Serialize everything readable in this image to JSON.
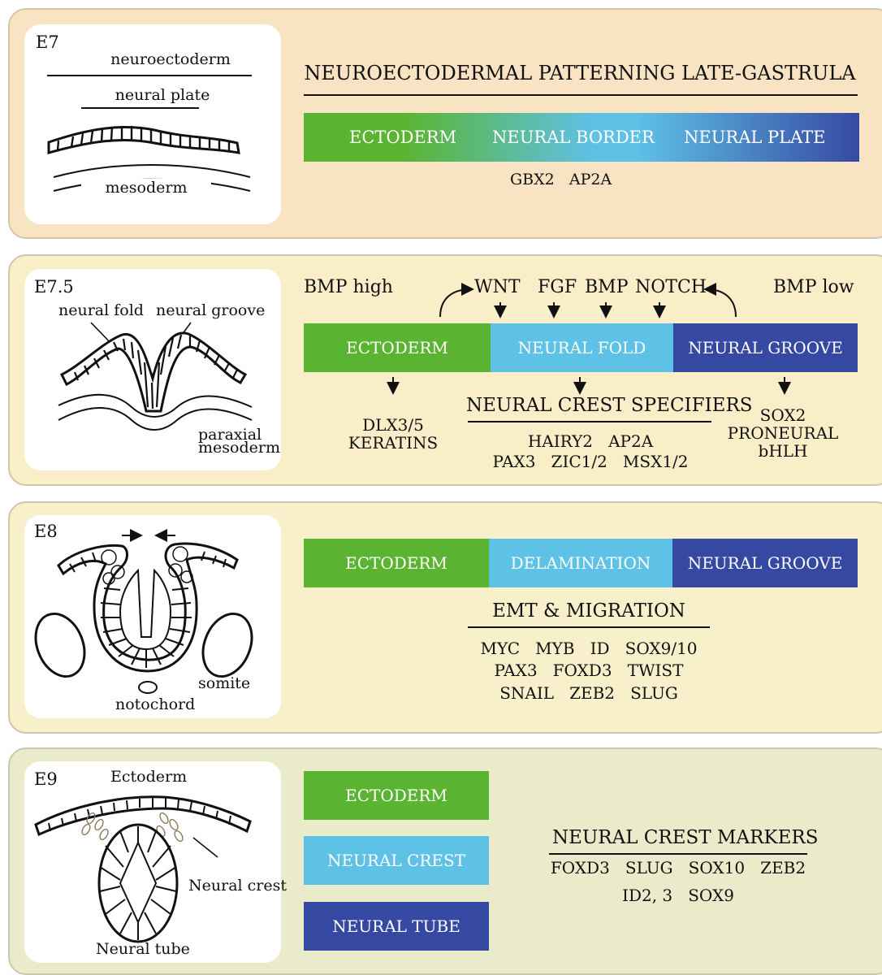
{
  "panels": [
    {
      "stage": "E7",
      "labels": {
        "neuroectoderm": "neuroectoderm",
        "neural_plate": "neural plate",
        "mesoderm": "mesoderm"
      },
      "title": "NEUROECTODERMAL PATTERNING LATE-GASTRULA",
      "gradient": [
        "ECTODERM",
        "NEURAL BORDER",
        "NEURAL PLATE"
      ],
      "genes": "GBX2   AP2A"
    },
    {
      "stage": "E7.5",
      "labels": {
        "neural_fold": "neural fold",
        "neural_groove": "neural groove",
        "paraxial": "paraxial",
        "mesoderm": "mesoderm"
      },
      "bmp_high": "BMP high",
      "bmp_low": "BMP low",
      "signals": [
        "WNT",
        "FGF",
        "BMP",
        "NOTCH"
      ],
      "bar": [
        "ECTODERM",
        "NEURAL FOLD",
        "NEURAL GROOVE"
      ],
      "ectoderm_genes": [
        "DLX3/5",
        "KERATINS"
      ],
      "specifiers_title": "NEURAL CREST SPECIFIERS",
      "specifiers": [
        "HAIRY2   AP2A",
        "PAX3   ZIC1/2   MSX1/2"
      ],
      "groove_genes": [
        "SOX2",
        "PRONEURAL",
        "bHLH"
      ]
    },
    {
      "stage": "E8",
      "labels": {
        "somite": "somite",
        "notochord": "notochord"
      },
      "bar": [
        "ECTODERM",
        "DELAMINATION",
        "NEURAL GROOVE"
      ],
      "emt_title": "EMT & MIGRATION",
      "emt_genes": [
        "MYC   MYB   ID   SOX9/10",
        "PAX3   FOXD3   TWIST",
        "SNAIL   ZEB2   SLUG"
      ]
    },
    {
      "stage": "E9",
      "labels": {
        "ectoderm": "Ectoderm",
        "neural_crest": "Neural crest",
        "neural_tube": "Neural tube"
      },
      "boxes": [
        "ECTODERM",
        "NEURAL CREST",
        "NEURAL TUBE"
      ],
      "markers_title": "NEURAL CREST MARKERS",
      "markers": [
        "FOXD3   SLUG   SOX10   ZEB2",
        "ID2, 3   SOX9"
      ]
    }
  ],
  "colors": {
    "ectoderm": "#5bb431",
    "neural_fold": "#5ec1e6",
    "neural_groove": "#3649a2"
  }
}
